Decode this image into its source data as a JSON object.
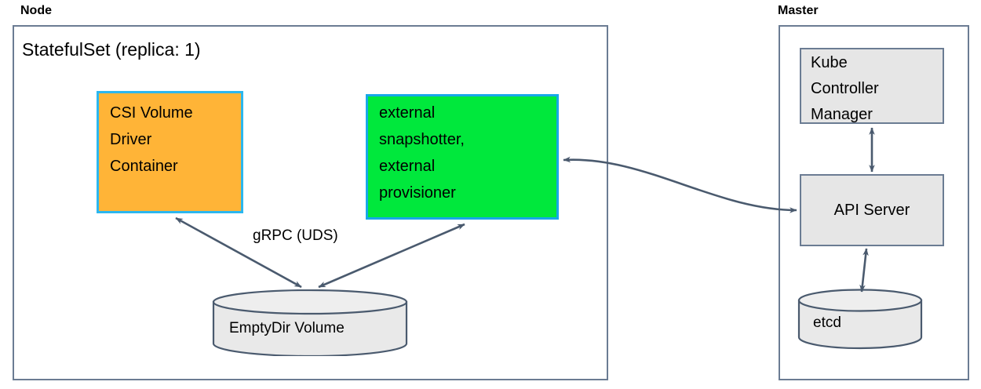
{
  "diagram": {
    "title_hidden": "",
    "colors": {
      "orange_fill": "#ffb437",
      "orange_border": "#2cb7ef",
      "green_fill": "#00e83c",
      "green_border": "#17a7e8",
      "gray_fill": "#e6e6e6",
      "gray_border": "#6b7c93",
      "arrow": "#4a5a6e",
      "group_border": "#6b7c93",
      "background": "#ffffff"
    },
    "groups": [
      {
        "id": "node",
        "label": "Node"
      },
      {
        "id": "master",
        "label": "Master"
      }
    ],
    "node_group": {
      "label": "Node",
      "inner_title": "StatefulSet (replica: 1)",
      "nodes": [
        {
          "id": "csi-driver",
          "label": "CSI Volume Driver Container",
          "lines": [
            "CSI Volume",
            "Driver",
            "Container"
          ],
          "shape": "rect",
          "fill": "#ffb437"
        },
        {
          "id": "external-sidecars",
          "label": "external snapshotter, external provisioner",
          "lines": [
            "external",
            "snapshotter,",
            "external",
            "provisioner"
          ],
          "shape": "rect",
          "fill": "#00e83c"
        },
        {
          "id": "emptydir-volume",
          "label": "EmptyDir Volume",
          "lines": [
            "EmptyDir Volume"
          ],
          "shape": "cylinder",
          "fill": "#e6e6e6"
        }
      ],
      "edge_labels": [
        {
          "id": "grpc-uds",
          "label": "gRPC (UDS)"
        }
      ]
    },
    "master_group": {
      "label": "Master",
      "nodes": [
        {
          "id": "kube-controller-manager",
          "label": "Kube Controller Manager",
          "lines": [
            "Kube",
            "Controller",
            "Manager"
          ],
          "shape": "rect",
          "fill": "#e6e6e6"
        },
        {
          "id": "api-server",
          "label": "API Server",
          "lines": [
            "API Server"
          ],
          "shape": "rect",
          "fill": "#e6e6e6"
        },
        {
          "id": "etcd",
          "label": "etcd",
          "lines": [
            "etcd"
          ],
          "shape": "cylinder",
          "fill": "#e6e6e6"
        }
      ]
    },
    "connections": [
      {
        "id": "conn-csi-emptydir",
        "from": "emptydir-volume",
        "to": "csi-driver",
        "style": "double-arrow",
        "label": "gRPC (UDS)"
      },
      {
        "id": "conn-sidecar-emptydir",
        "from": "emptydir-volume",
        "to": "external-sidecars",
        "style": "double-arrow",
        "label": "gRPC (UDS)"
      },
      {
        "id": "conn-sidecar-apiserver",
        "from": "api-server",
        "to": "external-sidecars",
        "style": "double-arrow-curved",
        "label": ""
      },
      {
        "id": "conn-kcm-apiserver",
        "from": "api-server",
        "to": "kube-controller-manager",
        "style": "double-arrow",
        "label": ""
      },
      {
        "id": "conn-apiserver-etcd",
        "from": "api-server",
        "to": "etcd",
        "style": "double-arrow",
        "label": ""
      }
    ]
  }
}
